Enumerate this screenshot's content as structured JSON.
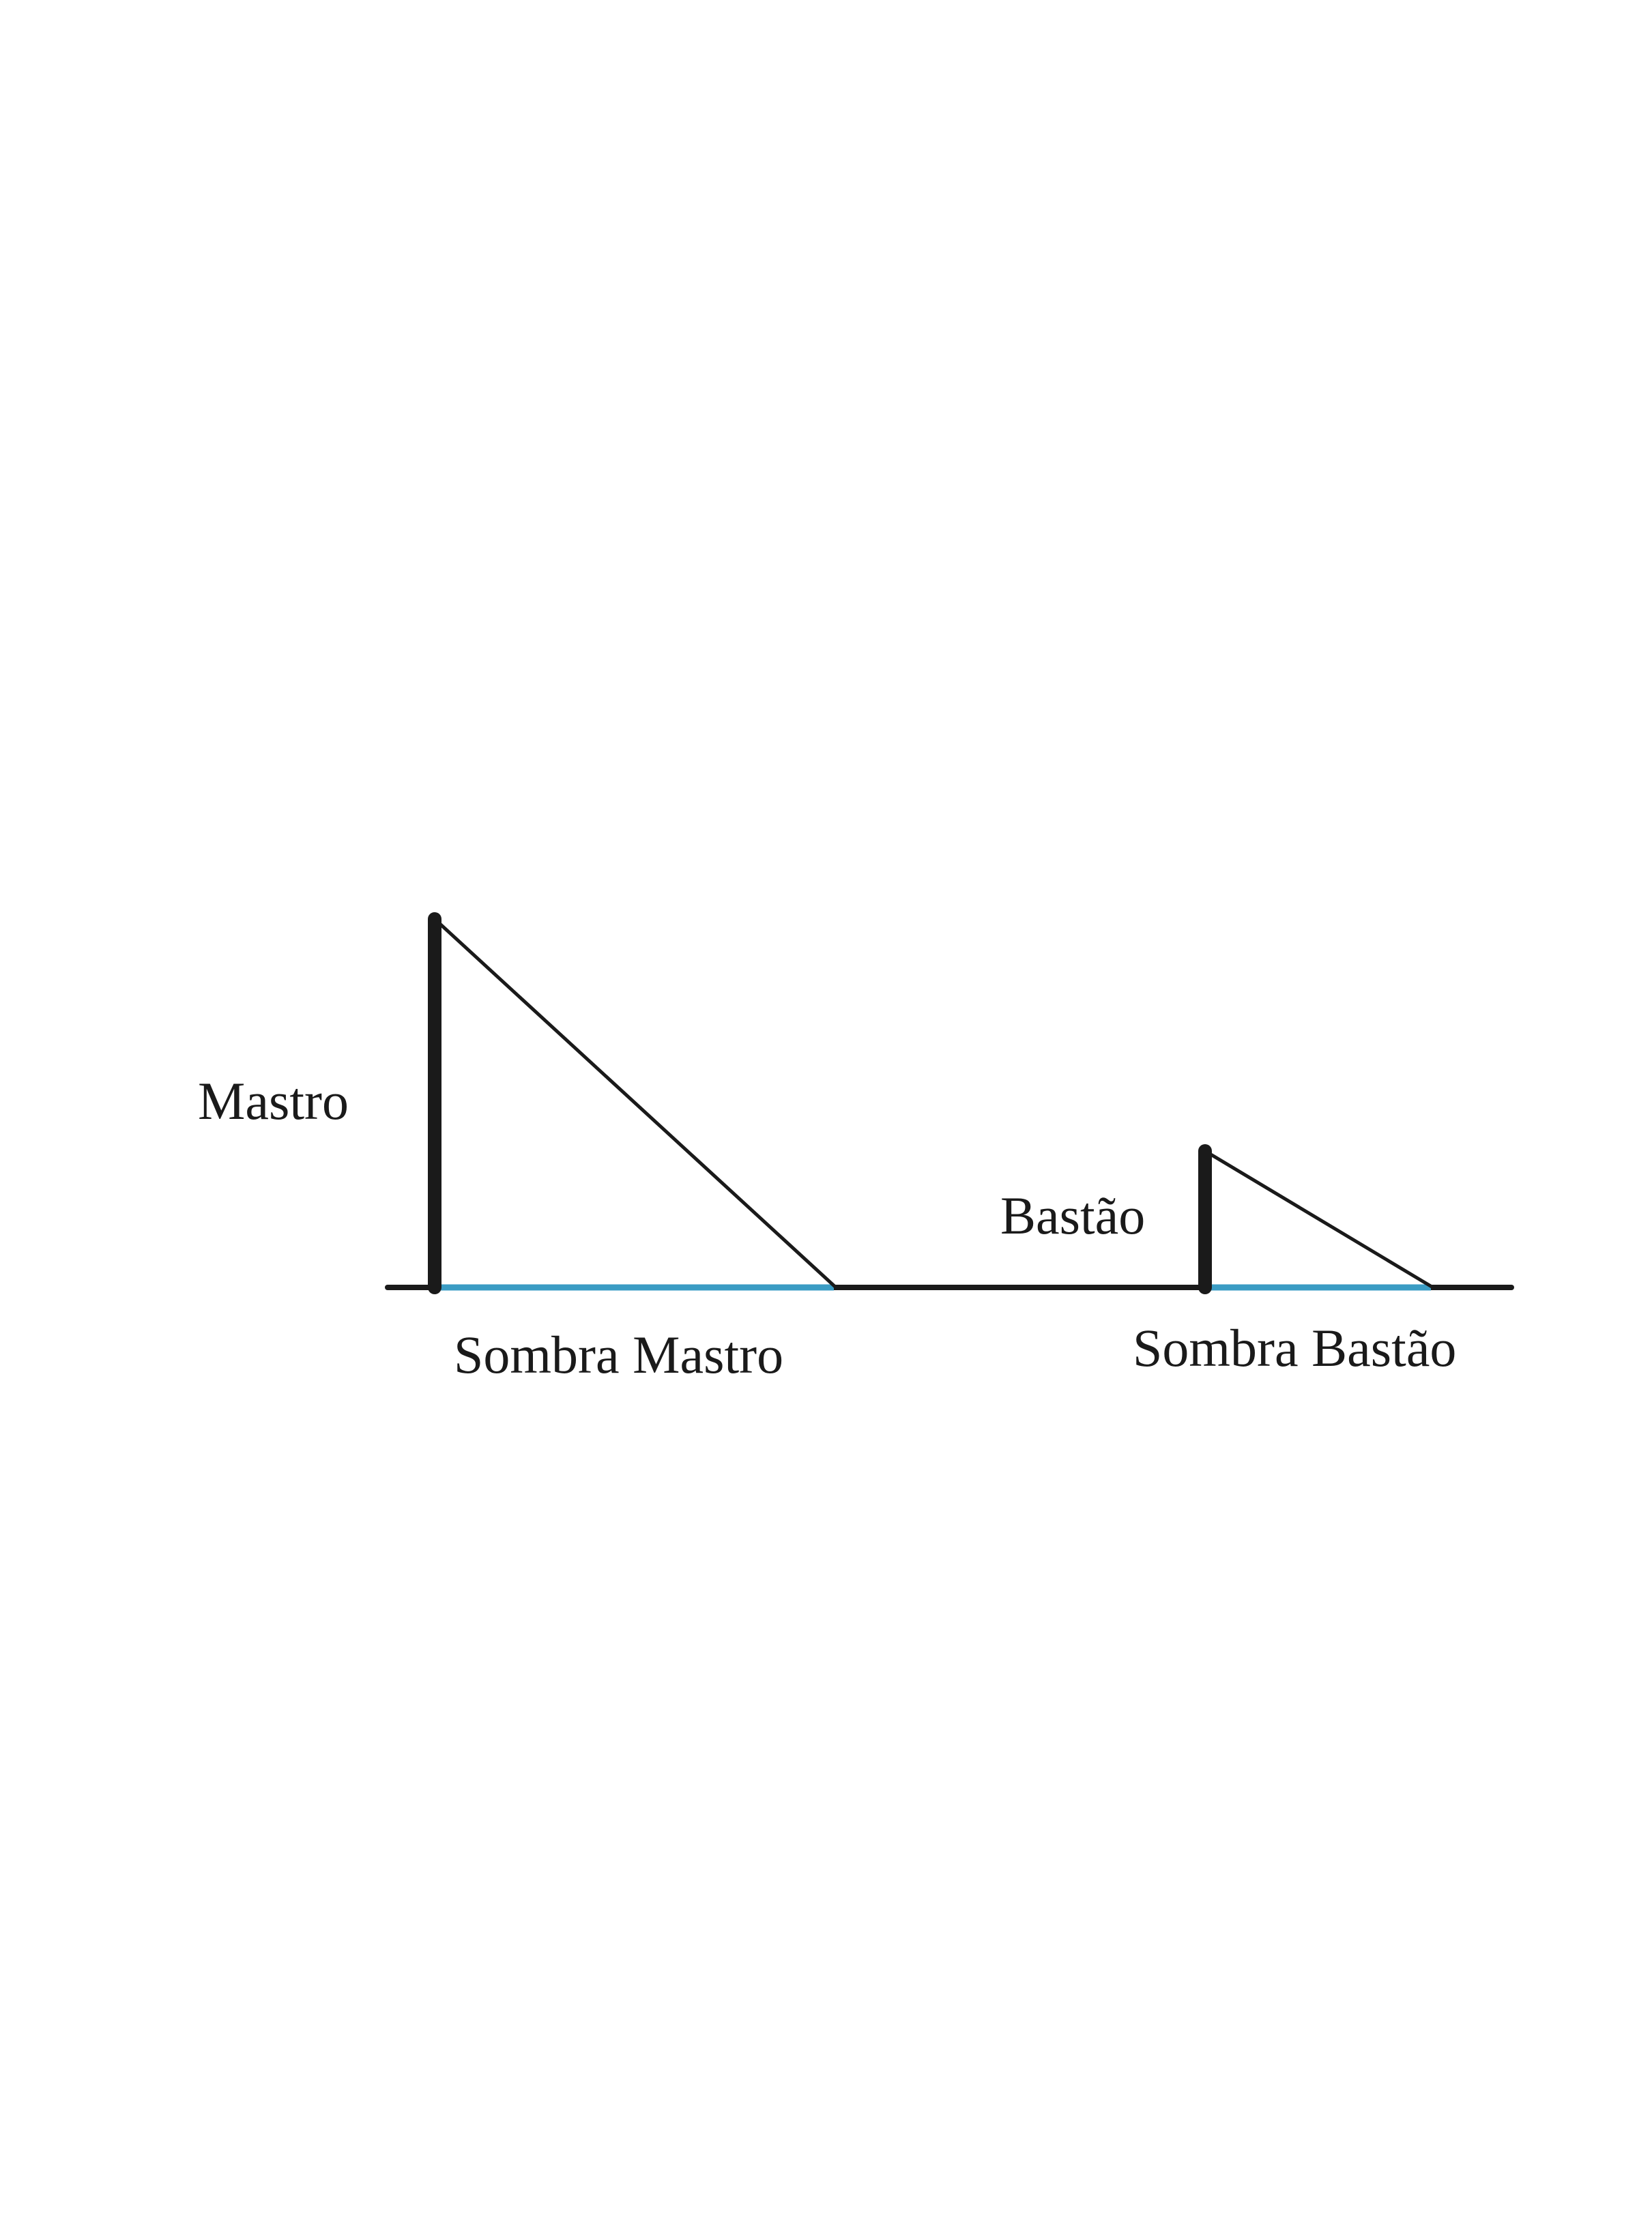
{
  "diagram": {
    "colors": {
      "line": "#1a1a1a",
      "shadow": "#3a9cc4",
      "background": "#ffffff"
    },
    "labels": {
      "mastro": "Mastro",
      "bastao": "Bastão",
      "sombra_mastro": "Sombra Mastro",
      "sombra_bastao": "Sombra Bastão"
    }
  }
}
